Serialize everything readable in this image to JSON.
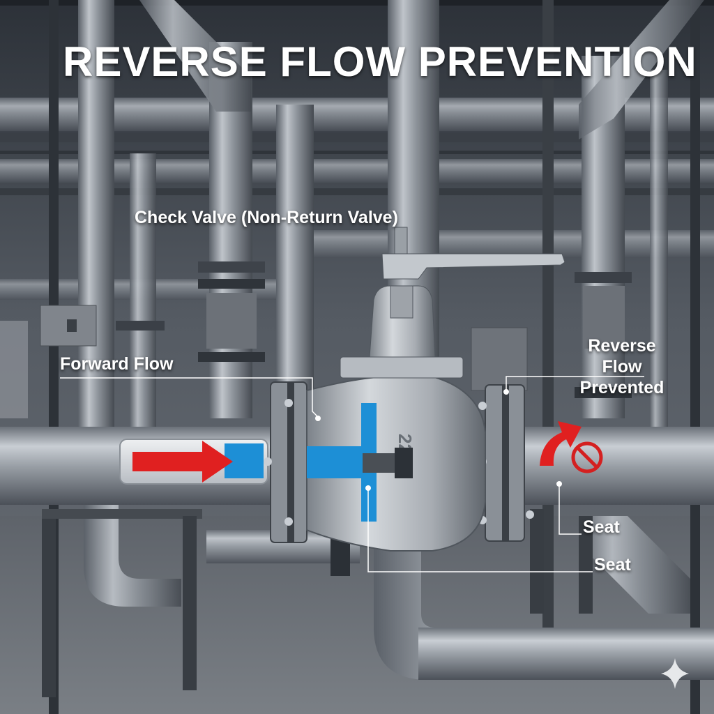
{
  "title": "REVERSE FLOW PREVENTION",
  "labels": {
    "valve_name": "Check Valve (Non-Return Valve)",
    "forward_flow": "Forward Flow",
    "reverse_flow": "Reverse Flow Prevented",
    "seat_upper": "Seat",
    "seat_lower": "Seat"
  },
  "colors": {
    "flow_arrow": "#e02020",
    "valve_disc": "#1d8fd6",
    "prohibit_sign": "#d42020"
  },
  "icons": [
    "forward-flow-arrow-icon",
    "reverse-flow-arrow-icon",
    "no-entry-icon",
    "sparkle-icon"
  ]
}
